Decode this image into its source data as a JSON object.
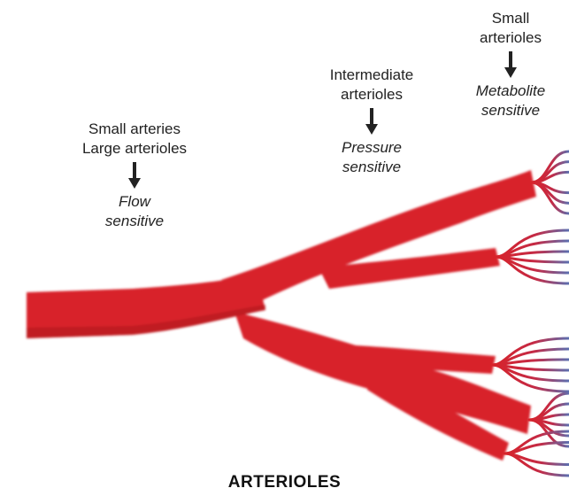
{
  "colors": {
    "vessel": "#d8232a",
    "vessel_dark": "#b0151c",
    "capillary_tip": "#5b6fb0",
    "text": "#222222"
  },
  "groups": [
    {
      "name_lines": [
        "Small arteries",
        "Large arterioles"
      ],
      "sensitivity_lines": [
        "Flow",
        "sensitive"
      ]
    },
    {
      "name_lines": [
        "Intermediate",
        "arterioles"
      ],
      "sensitivity_lines": [
        "Pressure",
        "sensitive"
      ]
    },
    {
      "name_lines": [
        "Small",
        "arterioles"
      ],
      "sensitivity_lines": [
        "Metabolite",
        "sensitive"
      ]
    }
  ],
  "title": "ARTERIOLES"
}
